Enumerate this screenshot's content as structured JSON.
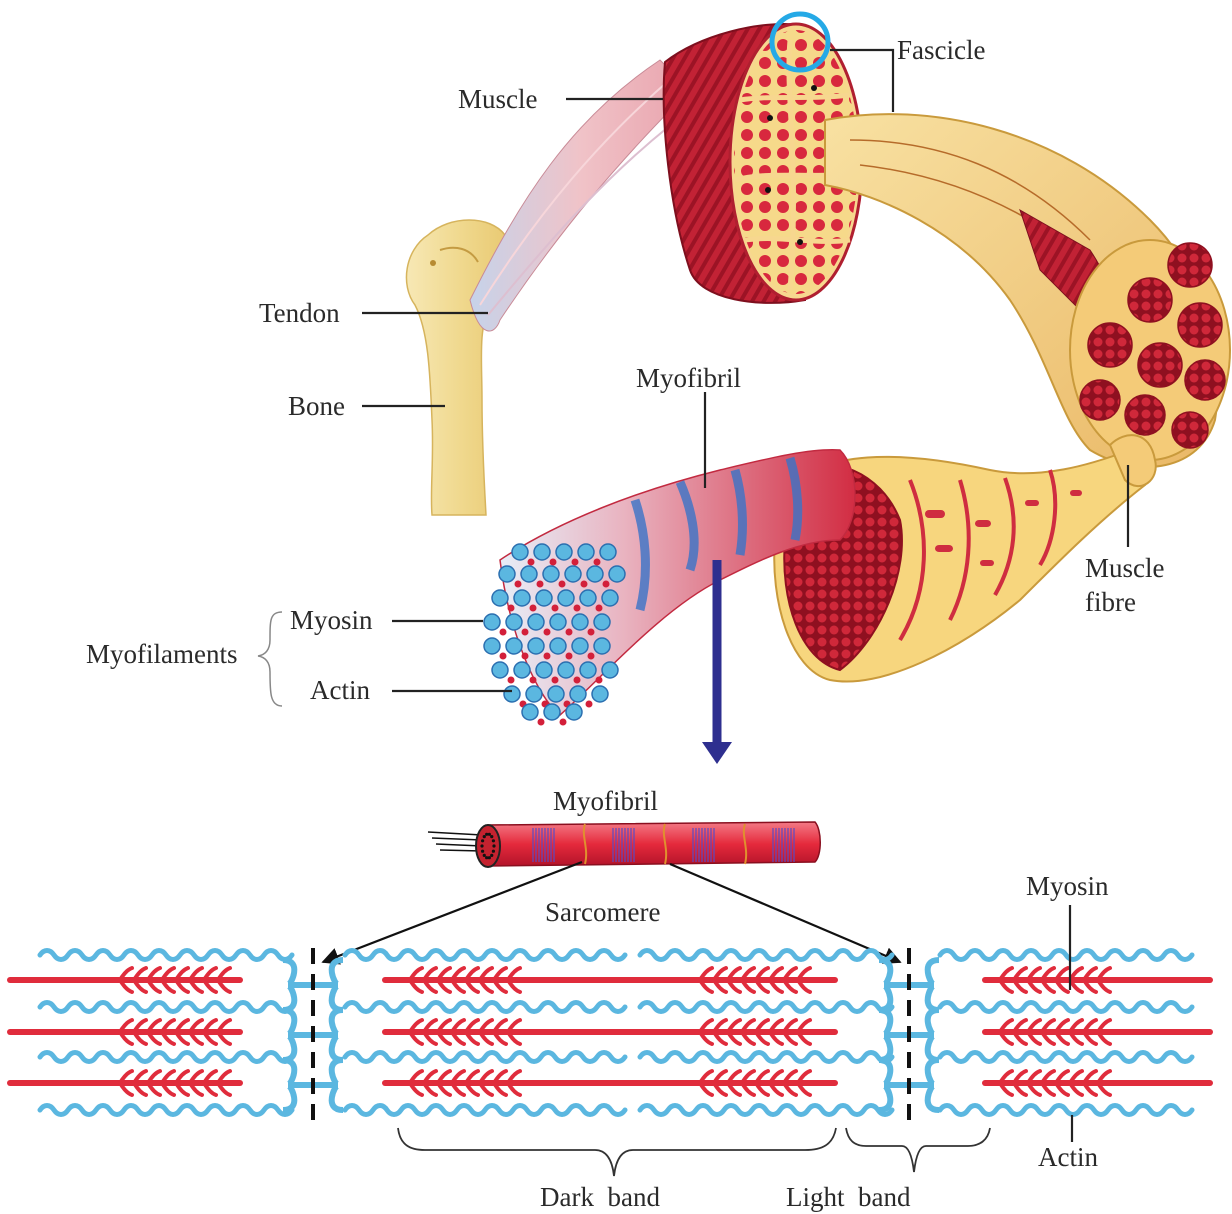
{
  "labels": {
    "fascicle": "Fascicle",
    "muscle": "Muscle",
    "tendon": "Tendon",
    "bone": "Bone",
    "myofibril_top": "Myofibril",
    "muscle_fibre_1": "Muscle",
    "muscle_fibre_2": "fibre",
    "myosin_top": "Myosin",
    "actin_top": "Actin",
    "myofilaments": "Myofilaments",
    "myofibril_bottom": "Myofibril",
    "sarcomere": "Sarcomere",
    "myosin_right": "Myosin",
    "actin_right": "Actin",
    "dark_band": "Dark  band",
    "light_band": "Light  band"
  },
  "colors": {
    "muscle_red": "#c8283a",
    "fascicle_red": "#d9374b",
    "tissue_cream": "#f5d68a",
    "bone": "#f3df9a",
    "actin_blue": "#5bb7e0",
    "myosin_red": "#e02c3c",
    "arrow_navy": "#2e2f8f",
    "highlight_circle": "#25a9e6"
  }
}
